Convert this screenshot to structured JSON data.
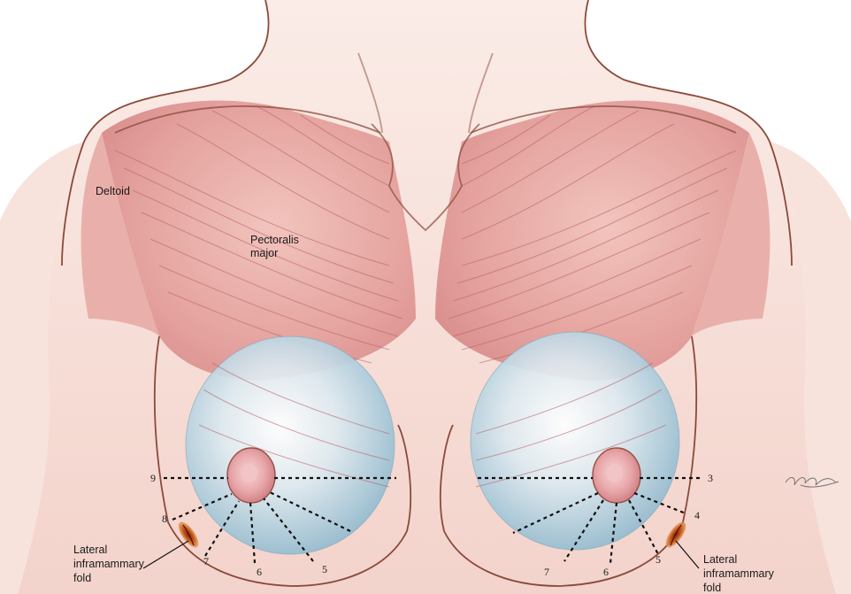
{
  "labels": {
    "deltoid": "Deltoid",
    "pectoralis_line1": "Pectoralis",
    "pectoralis_line2": "major",
    "lateral_fold_line1": "Lateral",
    "lateral_fold_line2": "inframammary",
    "lateral_fold_line3": "fold"
  },
  "clock_positions_left": [
    "9",
    "8",
    "7",
    "6",
    "5"
  ],
  "clock_positions_right": [
    "3",
    "4",
    "5",
    "6",
    "7"
  ],
  "colors": {
    "skin": "#f6ddd6",
    "muscle": "#e6a7a4",
    "implant": "#9fc4d6",
    "areola": "#e7a5a8",
    "contour": "#8a4a3a",
    "incision": "#c9621f"
  },
  "signature": "artist signature"
}
